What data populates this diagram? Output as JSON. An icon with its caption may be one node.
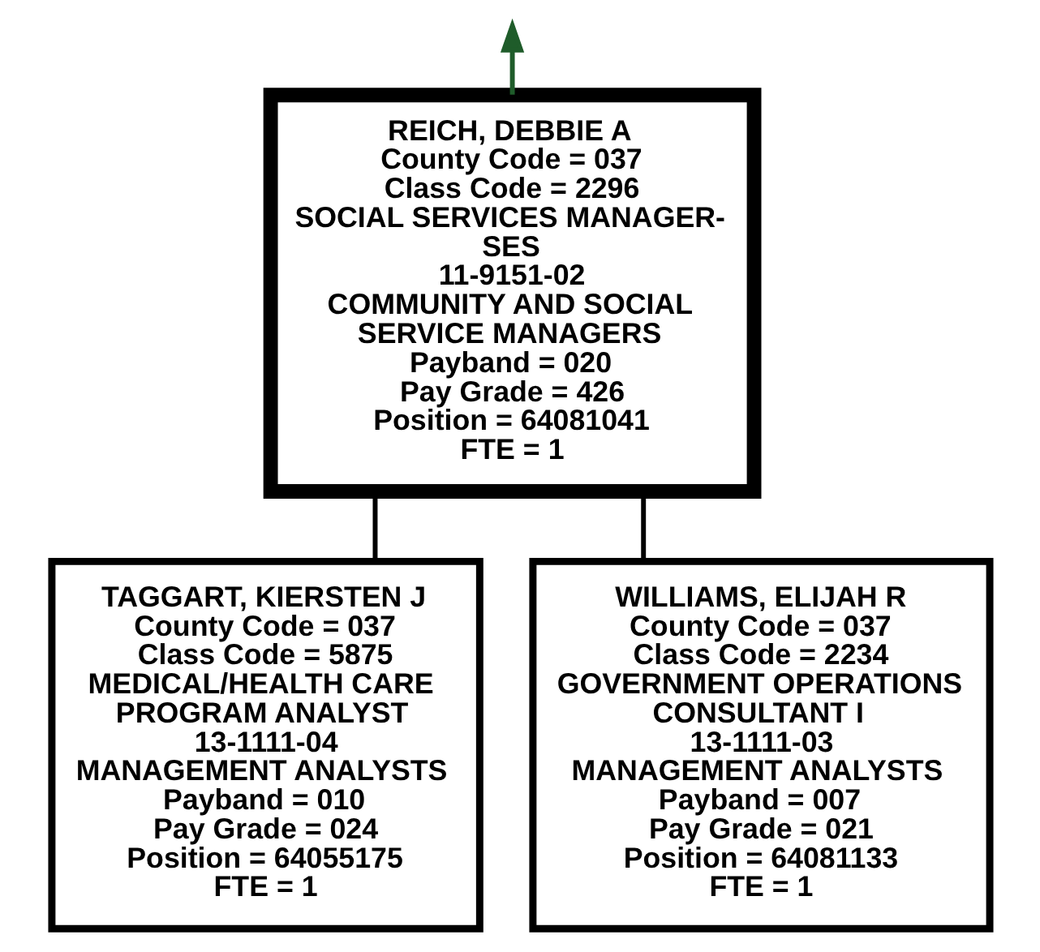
{
  "diagram": {
    "nodes": [
      {
        "text": [
          "REICH, DEBBIE A",
          "County Code = 037",
          "Class Code = 2296",
          "SOCIAL SERVICES MANAGER-SES",
          "11-9151-02",
          "COMMUNITY AND SOCIAL SERVICE MANAGERS",
          "Payband = 020",
          "Pay Grade = 426",
          "Position = 64081041",
          "FTE = 1"
        ]
      },
      {
        "text": [
          "TAGGART, KIERSTEN J",
          "County Code = 037",
          "Class Code = 5875",
          "MEDICAL/HEALTH CARE PROGRAM ANALYST",
          "13-1111-04",
          "MANAGEMENT ANALYSTS",
          "Payband = 010",
          "Pay Grade = 024",
          "Position = 64055175",
          "FTE = 1"
        ]
      },
      {
        "text": [
          "WILLIAMS, ELIJAH R",
          "County Code = 037",
          "Class Code = 2234",
          "GOVERNMENT OPERATIONS CONSULTANT I",
          "13-1111-03",
          "MANAGEMENT ANALYSTS",
          "Payband = 007",
          "Pay Grade = 021",
          "Position = 64081133",
          "FTE = 1"
        ]
      }
    ],
    "edges": [
      {
        "from": 0,
        "to": null,
        "arrow": "to",
        "color": "#1f5c2a"
      },
      {
        "from": 0,
        "to": 1,
        "arrow": "none"
      },
      {
        "from": 0,
        "to": 2,
        "arrow": "none"
      }
    ]
  }
}
